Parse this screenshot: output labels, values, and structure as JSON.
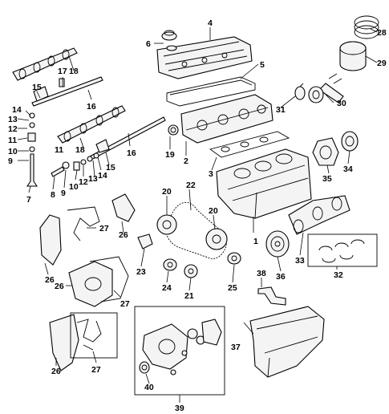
{
  "callouts": [
    "1",
    "2",
    "3",
    "4",
    "5",
    "6",
    "7",
    "8",
    "9",
    "10",
    "11",
    "12",
    "13",
    "14",
    "15",
    "16",
    "17",
    "18",
    "19",
    "20",
    "21",
    "22",
    "23",
    "24",
    "25",
    "26",
    "27",
    "28",
    "29",
    "30",
    "31",
    "32",
    "33",
    "34",
    "35",
    "36",
    "37",
    "38",
    "39",
    "40"
  ]
}
